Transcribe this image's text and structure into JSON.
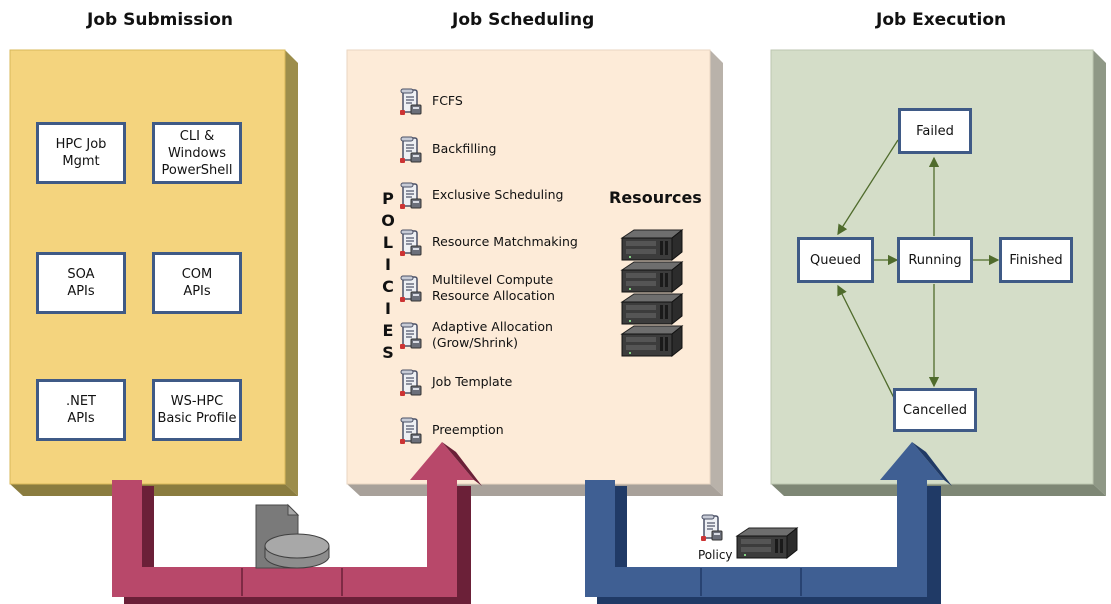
{
  "columns": {
    "submission": "Job Submission",
    "scheduling": "Job Scheduling",
    "execution": "Job Execution"
  },
  "submission_boxes": [
    "HPC Job\nMgmt",
    "CLI &\nWindows\nPowerShell",
    "SOA\nAPIs",
    "COM\nAPIs",
    ".NET\nAPIs",
    "WS-HPC\nBasic Profile"
  ],
  "policies_vertical_label": [
    "P",
    "O",
    "L",
    "I",
    "C",
    "I",
    "E",
    "S"
  ],
  "policies": [
    "FCFS",
    "Backfilling",
    "Exclusive Scheduling",
    "Resource Matchmaking",
    "Multilevel Compute\nResource Allocation",
    "Adaptive Allocation\n(Grow/Shrink)",
    "Job Template",
    "Preemption"
  ],
  "resources_title": "Resources",
  "states": {
    "failed": "Failed",
    "queued": "Queued",
    "running": "Running",
    "finished": "Finished",
    "cancelled": "Cancelled"
  },
  "policy_label": "Policy",
  "colors": {
    "submission_panel": "#f4d47e",
    "scheduling_panel": "#fdebd8",
    "execution_panel": "#d4ddc8",
    "box_border": "#3f5a86",
    "arrow_left": "#b8486a",
    "arrow_right": "#3f5f93",
    "state_arrow": "#4f6b2c"
  }
}
